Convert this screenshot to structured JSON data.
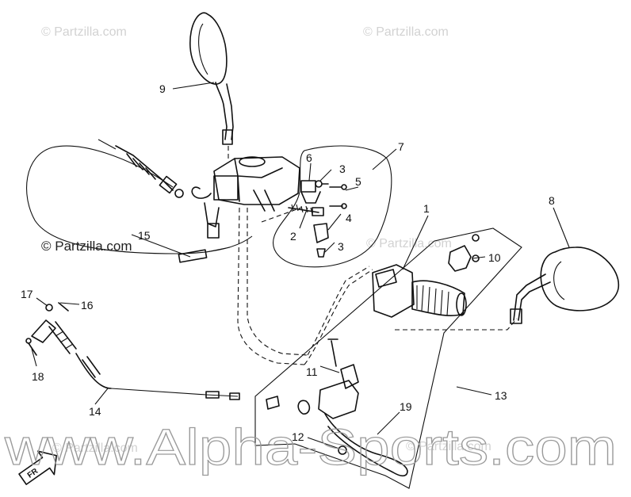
{
  "watermarks": {
    "partzilla_1": "© Partzilla.com",
    "partzilla_2": "© Partzilla.com",
    "partzilla_3": "© Partzilla.com",
    "partzilla_4": "© Partzilla.com",
    "partzilla_5": "© Partzilla.com",
    "partzilla_6": "© Partzilla.com",
    "alpha_sports": "www.Alpha-Sports.com"
  },
  "callouts": {
    "c1": "1",
    "c2": "2",
    "c3a": "3",
    "c3b": "3",
    "c4": "4",
    "c5": "5",
    "c6": "6",
    "c7": "7",
    "c8": "8",
    "c9": "9",
    "c10": "10",
    "c11": "11",
    "c12": "12",
    "c13": "13",
    "c14": "14",
    "c15": "15",
    "c16": "16",
    "c17": "17",
    "c18": "18",
    "c19": "19"
  },
  "arrow_badge": "FR"
}
